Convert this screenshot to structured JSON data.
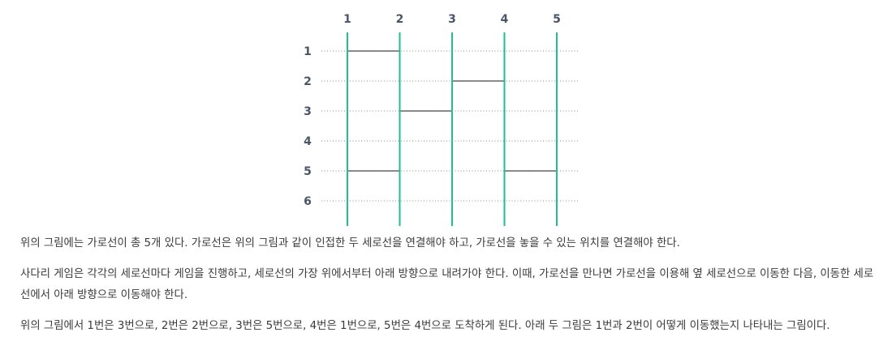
{
  "diagram": {
    "columns": [
      "1",
      "2",
      "3",
      "4",
      "5"
    ],
    "rows": [
      "1",
      "2",
      "3",
      "4",
      "5",
      "6"
    ],
    "rungs": [
      {
        "row": 1,
        "from": 1,
        "to": 2
      },
      {
        "row": 2,
        "from": 3,
        "to": 4
      },
      {
        "row": 3,
        "from": 2,
        "to": 3
      },
      {
        "row": 5,
        "from": 1,
        "to": 2
      },
      {
        "row": 5,
        "from": 4,
        "to": 5
      }
    ],
    "colors": {
      "vertical": "#1fbf8f",
      "rung": "#666666",
      "dots": "#9aa3ad",
      "label": "#4a5568"
    }
  },
  "text": {
    "p1": "위의 그림에는 가로선이 총 5개 있다. 가로선은 위의 그림과 같이 인접한 두 세로선을 연결해야 하고, 가로선을 놓을 수 있는 위치를 연결해야 한다.",
    "p2": "사다리 게임은 각각의 세로선마다 게임을 진행하고, 세로선의 가장 위에서부터 아래 방향으로 내려가야 한다. 이때, 가로선을 만나면 가로선을 이용해 옆 세로선으로 이동한 다음, 이동한 세로선에서 아래 방향으로 이동해야 한다.",
    "p3": "위의 그림에서 1번은 3번으로, 2번은 2번으로, 3번은 5번으로, 4번은 1번으로, 5번은 4번으로 도착하게 된다. 아래 두 그림은 1번과 2번이 어떻게 이동했는지 나타내는 그림이다."
  }
}
